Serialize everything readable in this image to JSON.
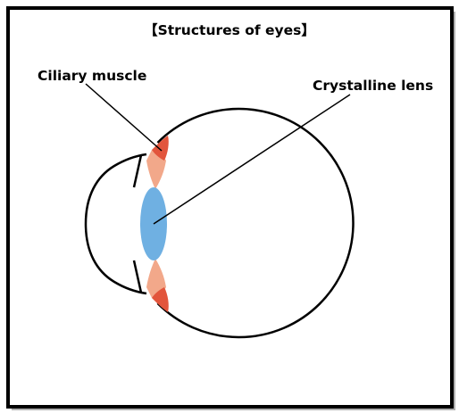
{
  "diagram": {
    "title": "【Structures of eyes】",
    "labels": {
      "ciliary_muscle": "Ciliary muscle",
      "crystalline_lens": "Crystalline lens"
    },
    "colors": {
      "outline": "#000000",
      "lens": "#6fb0e2",
      "ciliary_muscle": "#e2553c",
      "ciliary_fibers": "#f2a88a",
      "background": "#ffffff"
    }
  }
}
